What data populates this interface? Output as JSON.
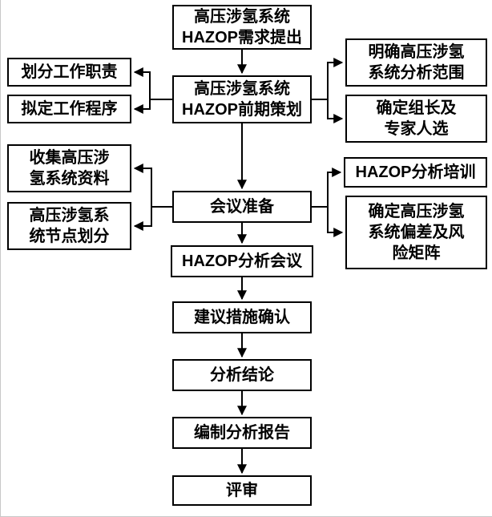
{
  "diagram": {
    "center": {
      "demand": "高压涉氢系统\nHAZOP需求提出",
      "planning": "高压涉氢系统\nHAZOP前期策划",
      "meeting_prep": "会议准备",
      "hazop_meeting": "HAZOP分析会议",
      "measures": "建议措施确认",
      "conclusion": "分析结论",
      "report": "编制分析报告",
      "review": "评审"
    },
    "left": {
      "duties": "划分工作职责",
      "procedure": "拟定工作程序",
      "collect": "收集高压涉\n氢系统资料",
      "node_division": "高压涉氢系\n统节点划分"
    },
    "right": {
      "scope": "明确高压涉氢\n系统分析范围",
      "leader": "确定组长及\n专家人选",
      "training": "HAZOP分析培训",
      "deviation": "确定高压涉氢\n系统偏差及风\n险矩阵"
    },
    "colors": {
      "line": "#000000",
      "box_border": "#000000",
      "box_fill": "#ffffff",
      "text": "#000000"
    }
  }
}
